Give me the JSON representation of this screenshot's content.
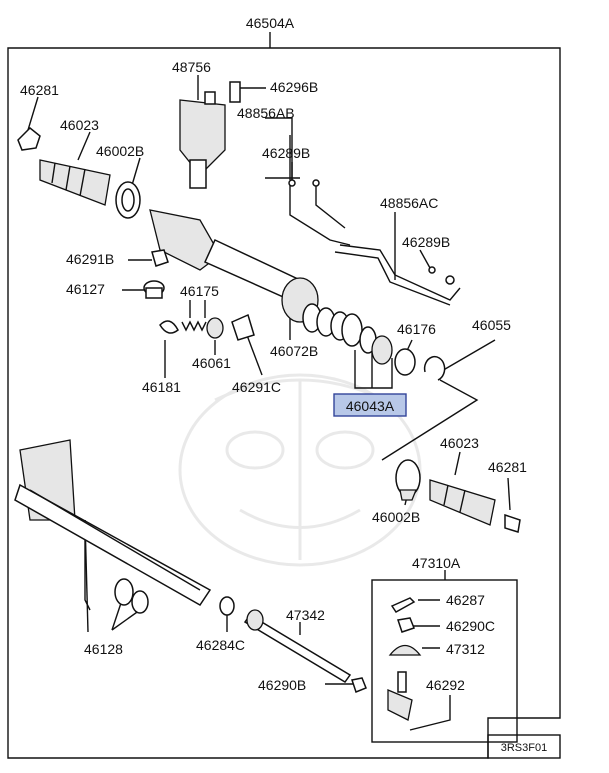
{
  "assembly_label": "46504A",
  "highlighted_part": "46043A",
  "figure_code": "3RS3F01",
  "callouts": {
    "c46281_top": "46281",
    "c46023_top": "46023",
    "c46002b_top": "46002B",
    "c48756": "48756",
    "c46296b": "46296B",
    "c48856ab": "48856AB",
    "c46289b_top": "46289B",
    "c48856ac": "48856AC",
    "c46289b_right": "46289B",
    "c46291b": "46291B",
    "c46127": "46127",
    "c46175": "46175",
    "c46061": "46061",
    "c46181": "46181",
    "c46291c": "46291C",
    "c46072b": "46072B",
    "c46176": "46176",
    "c46055": "46055",
    "c46023_bottom": "46023",
    "c46281_bottom": "46281",
    "c46002b_bottom": "46002B",
    "c46128": "46128",
    "c46284c": "46284C",
    "c47342": "47342",
    "c46290b": "46290B",
    "c47310a": "47310A",
    "c46287": "46287",
    "c46290c": "46290C",
    "c47312": "47312",
    "c46292": "46292"
  }
}
